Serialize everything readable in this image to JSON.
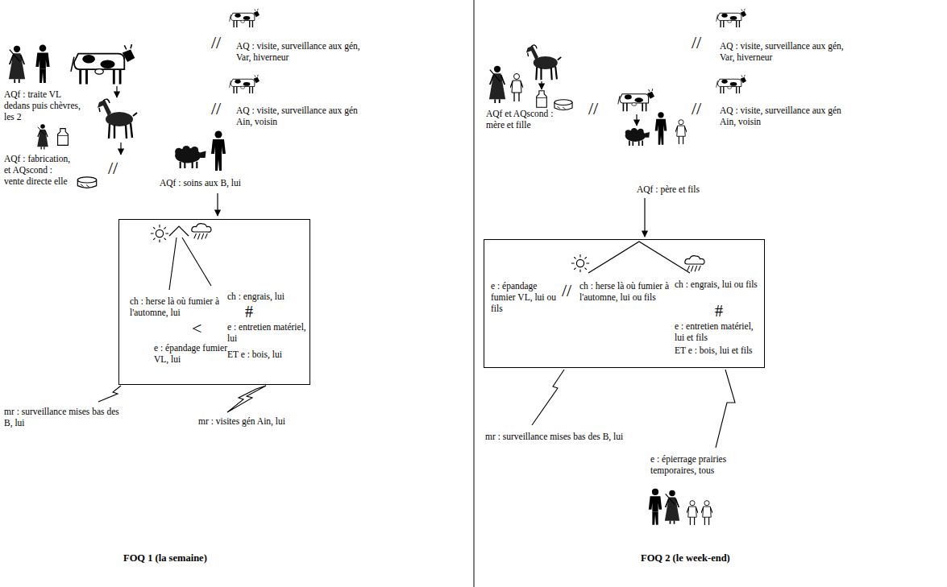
{
  "diagram": {
    "nodes": [
      {
        "text": [
          "ch : herse là où fumier à l'automne, lui",
          "ch : engrais, lui",
          "<",
          "e : épandage fumier VL, lui",
          "#",
          "e : entretien matériel, lui",
          "ET e : bois, lui"
        ]
      },
      {
        "text": [
          "e : épandage fumier VL, lui ou fils",
          "//",
          "ch : herse là où fumier à l'automne, lui ou fils",
          "ch : engrais, lui ou fils",
          "#",
          "e : entretien matériel, lui et fils",
          "ET e : bois, lui et fils"
        ]
      }
    ],
    "labels": [
      "//",
      "AQ : visite, surveillance aux gén, Var, hiverneur",
      "AQf : traite VL dedans puis chèvres, les 2",
      "//",
      "AQ : visite, surveillance aux gén Ain, voisin",
      "AQf : fabrication, et AQscond : vente directe elle",
      "//",
      "AQf : soins aux B, lui",
      "mr : surveillance mises bas des B, lui",
      "mr : visites gén Ain, lui",
      "FOQ 1 (la semaine)",
      "//",
      "AQ : visite, surveillance aux gén, Var, hiverneur",
      "AQf et AQscond : mère et fille",
      "//",
      "//",
      "AQ : visite, surveillance aux gén Ain, voisin",
      "AQf : père et fils",
      "mr : surveillance mises bas des B, lui",
      "e : épierrage prairies temporaires, tous",
      "FOQ 2 (le week-end)"
    ]
  }
}
